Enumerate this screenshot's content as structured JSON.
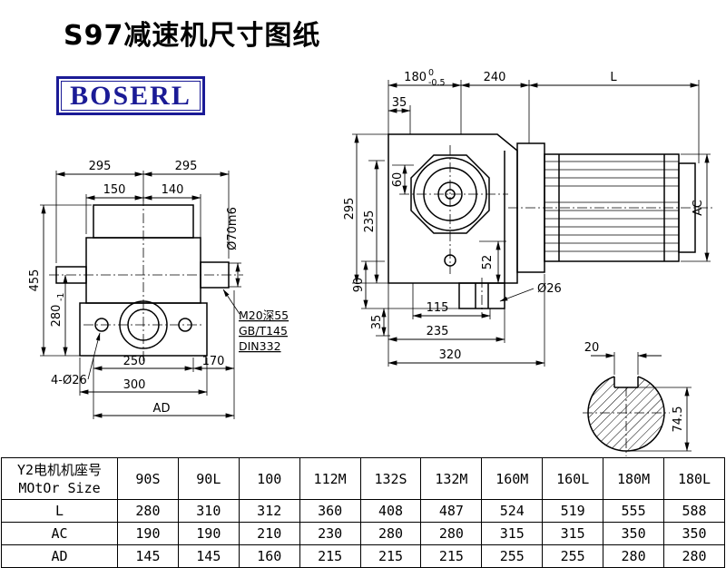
{
  "page": {
    "title": "S97减速机尺寸图纸",
    "logo_text": "BOSERL"
  },
  "front_view": {
    "dim_295_left": "295",
    "dim_295_right": "295",
    "dim_150": "150",
    "dim_140": "140",
    "dim_shaft": "Ø70m6",
    "dim_455": "455",
    "dim_280": "280",
    "dim_280_tol": "-1",
    "dim_holes": "4-Ø26",
    "dim_250": "250",
    "dim_170": "170",
    "dim_300": "300",
    "dim_AD": "AD",
    "note_line1": "M20深55",
    "note_line2": "GB/T145",
    "note_line3": "DIN332"
  },
  "side_view": {
    "dim_180": "180",
    "dim_180_tol_up": "0",
    "dim_180_tol_dn": "-0.5",
    "dim_240": "240",
    "dim_L": "L",
    "dim_35_top": "35",
    "dim_60": "60",
    "dim_295": "295",
    "dim_235_v": "235",
    "dim_90": "90",
    "dim_35_bottom": "35",
    "dim_52": "52",
    "dim_115": "115",
    "dim_o26": "Ø26",
    "dim_235_h": "235",
    "dim_320": "320",
    "dim_AC": "AC"
  },
  "shaft_section": {
    "dim_width": "20",
    "dim_height": "74.5"
  },
  "table": {
    "header_cn": "Y2电机机座号",
    "header_en": "MOtOr Size",
    "motor_sizes": [
      "90S",
      "90L",
      "100",
      "112M",
      "132S",
      "132M",
      "160M",
      "160L",
      "180M",
      "180L"
    ],
    "rows": [
      {
        "label": "L",
        "values": [
          "280",
          "310",
          "312",
          "360",
          "408",
          "487",
          "524",
          "519",
          "555",
          "588"
        ]
      },
      {
        "label": "AC",
        "values": [
          "190",
          "190",
          "210",
          "230",
          "280",
          "280",
          "315",
          "315",
          "350",
          "350"
        ]
      },
      {
        "label": "AD",
        "values": [
          "145",
          "145",
          "160",
          "215",
          "215",
          "215",
          "255",
          "255",
          "280",
          "280"
        ]
      }
    ]
  }
}
